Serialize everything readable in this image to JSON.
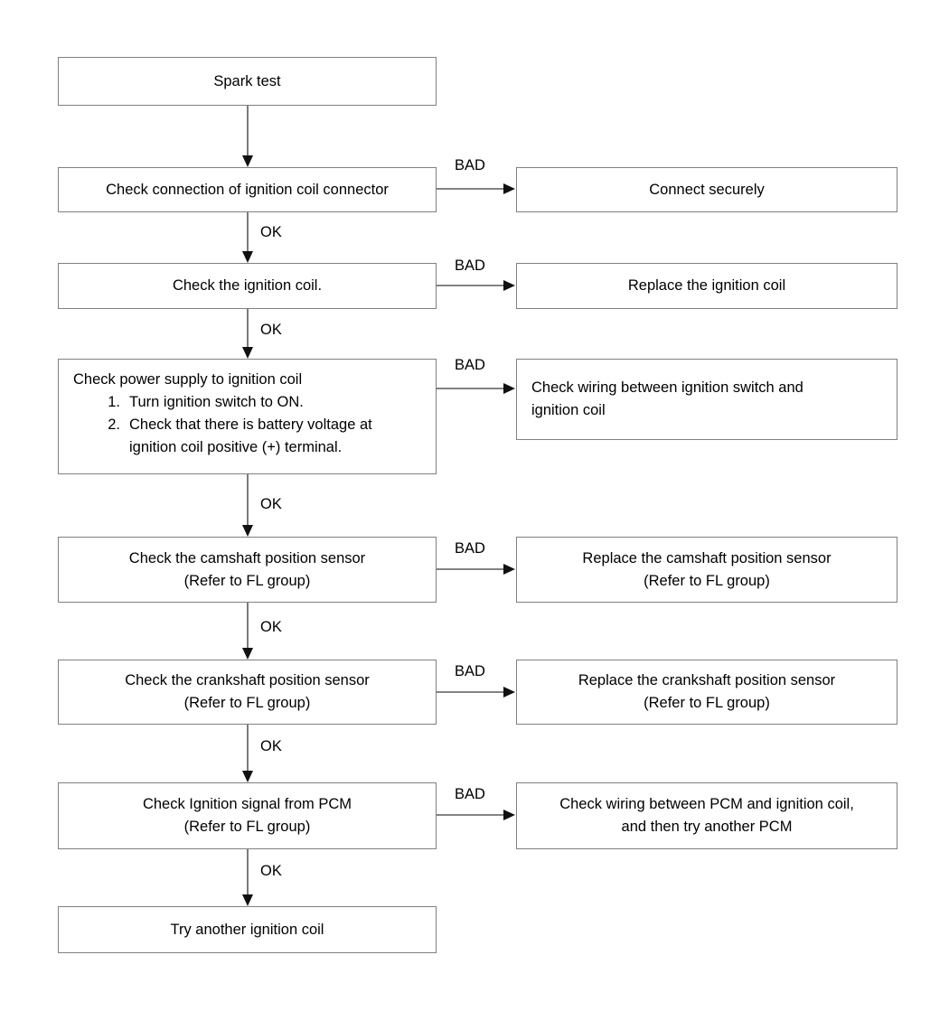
{
  "diagram": {
    "title": "Ignition coil spark troubleshooting flowchart",
    "labels": {
      "ok": "OK",
      "bad": "BAD"
    },
    "colors": {
      "box_border": "#808080",
      "line": "#5a5a5a",
      "arrow": "#111111",
      "text": "#000000",
      "background": "#ffffff"
    },
    "nodes": {
      "spark_test": "Spark test",
      "check_connector": "Check connection of ignition coil connector",
      "connect_securely": "Connect securely",
      "check_coil": "Check the ignition coil.",
      "replace_coil": "Replace the ignition coil",
      "check_power_supply_heading": "Check power supply to ignition coil",
      "check_power_supply_steps": [
        {
          "num": "1.",
          "text": "Turn ignition switch to ON."
        },
        {
          "num": "2.",
          "text": "Check that there is battery voltage at\nignition coil positive (+) terminal."
        }
      ],
      "check_wiring_switch": "Check wiring between ignition switch and\nignition coil",
      "check_camshaft": "Check the camshaft position sensor\n(Refer to FL group)",
      "replace_camshaft": "Replace the camshaft position sensor\n(Refer to FL group)",
      "check_crankshaft": "Check the crankshaft position sensor\n(Refer to FL group)",
      "replace_crankshaft": "Replace the crankshaft position sensor\n(Refer to FL group)",
      "check_pcm_signal": "Check Ignition signal from PCM\n(Refer to FL group)",
      "check_wiring_pcm": "Check wiring between PCM and ignition coil,\nand then try another PCM",
      "try_another_coil": "Try another ignition coil"
    },
    "edge_labels": {
      "ok_1": "OK",
      "ok_2": "OK",
      "ok_3": "OK",
      "ok_4": "OK",
      "ok_5": "OK",
      "ok_6": "OK",
      "bad_1": "BAD",
      "bad_2": "BAD",
      "bad_3": "BAD",
      "bad_4": "BAD",
      "bad_5": "BAD",
      "bad_6": "BAD"
    }
  }
}
